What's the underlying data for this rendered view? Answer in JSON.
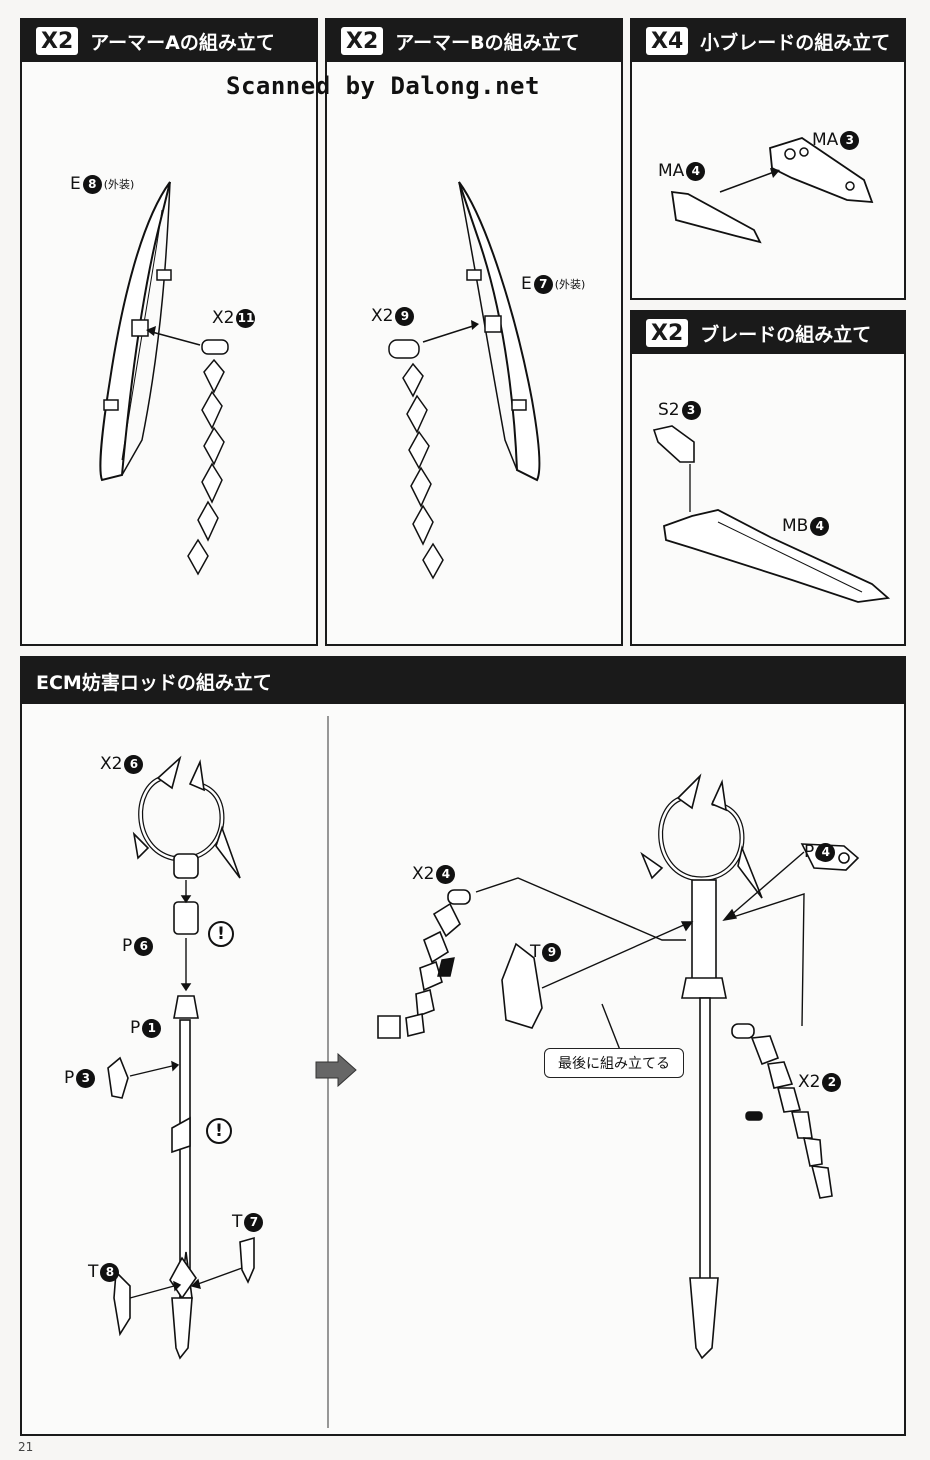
{
  "watermark": "Scanned by Dalong.net",
  "page_number": "21",
  "panels": {
    "armor_a": {
      "multiplier": "X2",
      "title": "アーマーAの組み立て"
    },
    "armor_b": {
      "multiplier": "X2",
      "title": "アーマーBの組み立て"
    },
    "small_blade": {
      "multiplier": "X4",
      "title": "小ブレードの組み立て"
    },
    "blade": {
      "multiplier": "X2",
      "title": "ブレードの組み立て"
    },
    "ecm": {
      "title": "ECM妨害ロッドの組み立て"
    }
  },
  "parts": {
    "armor_a_e": {
      "code": "E",
      "num": "8",
      "note": "(外装)"
    },
    "armor_a_x": {
      "code": "X2",
      "num": "11"
    },
    "armor_b_x": {
      "code": "X2",
      "num": "9"
    },
    "armor_b_e": {
      "code": "E",
      "num": "7",
      "note": "(外装)"
    },
    "ma3": {
      "code": "MA",
      "num": "3"
    },
    "ma4": {
      "code": "MA",
      "num": "4"
    },
    "s2": {
      "code": "S2",
      "num": "3"
    },
    "mb4": {
      "code": "MB",
      "num": "4"
    },
    "ecm_x2_6": {
      "code": "X2",
      "num": "6"
    },
    "ecm_p6": {
      "code": "P",
      "num": "6"
    },
    "ecm_p1": {
      "code": "P",
      "num": "1"
    },
    "ecm_p3": {
      "code": "P",
      "num": "3"
    },
    "ecm_t7": {
      "code": "T",
      "num": "7"
    },
    "ecm_t8": {
      "code": "T",
      "num": "8"
    },
    "ecm_x2_4": {
      "code": "X2",
      "num": "4"
    },
    "ecm_t9": {
      "code": "T",
      "num": "9"
    },
    "ecm_p4": {
      "code": "P",
      "num": "4"
    },
    "ecm_x2_2": {
      "code": "X2",
      "num": "2"
    }
  },
  "callout": "最後に組み立てる",
  "caution_mark": "!"
}
